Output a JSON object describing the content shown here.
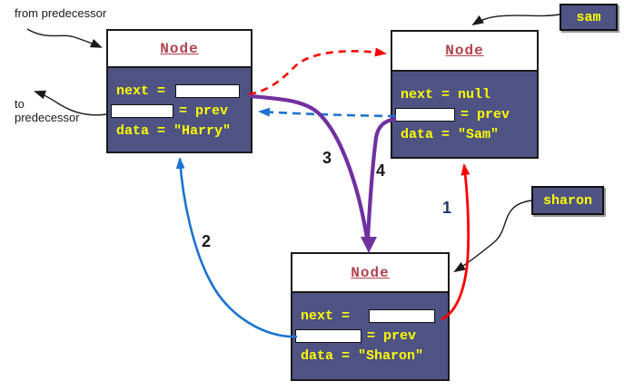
{
  "diagram": {
    "annotations": {
      "from_predecessor": "from predecessor",
      "to_predecessor_line1": "to",
      "to_predecessor_line2": "predecessor"
    },
    "pointers": {
      "sam": "sam",
      "sharon": "sharon"
    },
    "steps": {
      "s1": "1",
      "s2": "2",
      "s3": "3",
      "s4": "4"
    },
    "nodes": {
      "harry": {
        "title": "Node",
        "next_label": "next =",
        "prev_label": "= prev",
        "data_label": "data = \"Harry\""
      },
      "sam": {
        "title": "Node",
        "next_label": "next = null",
        "prev_label": "= prev",
        "data_label": "data = \"Sam\""
      },
      "sharon": {
        "title": "Node",
        "next_label": "next =",
        "prev_label": "= prev",
        "data_label": "data = \"Sharon\""
      }
    },
    "colors": {
      "node_body": "#4e5384",
      "node_title_red": "#b2434e",
      "node_text_yellow": "#ffff00",
      "arrow_red": "#fe0000",
      "arrow_blue": "#1b74cf",
      "arrow_purple": "#7031a0",
      "arrow_black": "#1a1a1a",
      "step_number_dark": "#1a1a1a",
      "step_number_navy": "#1f3864"
    }
  }
}
